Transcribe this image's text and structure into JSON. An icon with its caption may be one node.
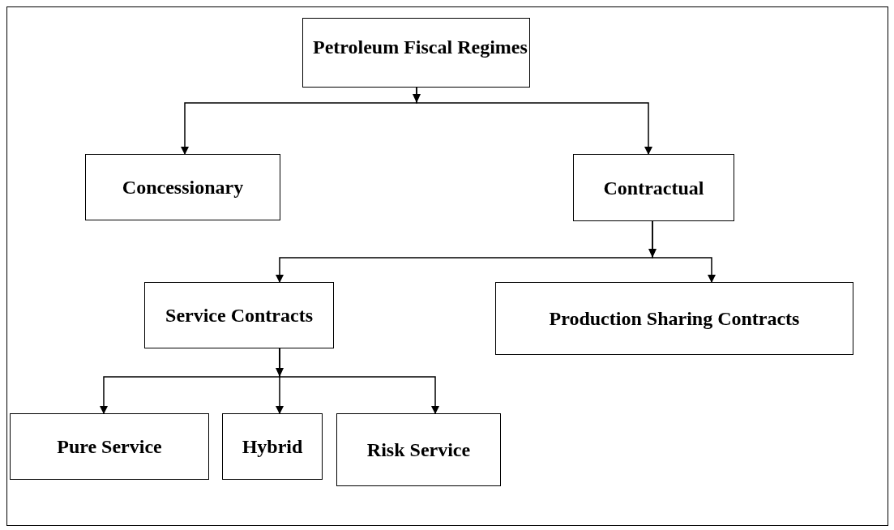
{
  "diagram": {
    "nodes": [
      {
        "text": [
          "Petroleum Fiscal Regimes"
        ]
      },
      {
        "text": [
          "Concessionary"
        ]
      },
      {
        "text": [
          "Contractual"
        ]
      },
      {
        "text": [
          "Service Contracts"
        ]
      },
      {
        "text": [
          "Production Sharing Contracts"
        ]
      },
      {
        "text": [
          "Pure Service"
        ]
      },
      {
        "text": [
          "Hybrid"
        ]
      },
      {
        "text": [
          "Risk Service"
        ]
      }
    ],
    "edges": [
      {
        "from": 0,
        "to": 1,
        "arrow": "to"
      },
      {
        "from": 0,
        "to": 2,
        "arrow": "to"
      },
      {
        "from": 2,
        "to": 3,
        "arrow": "to"
      },
      {
        "from": 2,
        "to": 4,
        "arrow": "to"
      },
      {
        "from": 3,
        "to": 5,
        "arrow": "to"
      },
      {
        "from": 3,
        "to": 6,
        "arrow": "to"
      },
      {
        "from": 3,
        "to": 7,
        "arrow": "to"
      }
    ]
  }
}
